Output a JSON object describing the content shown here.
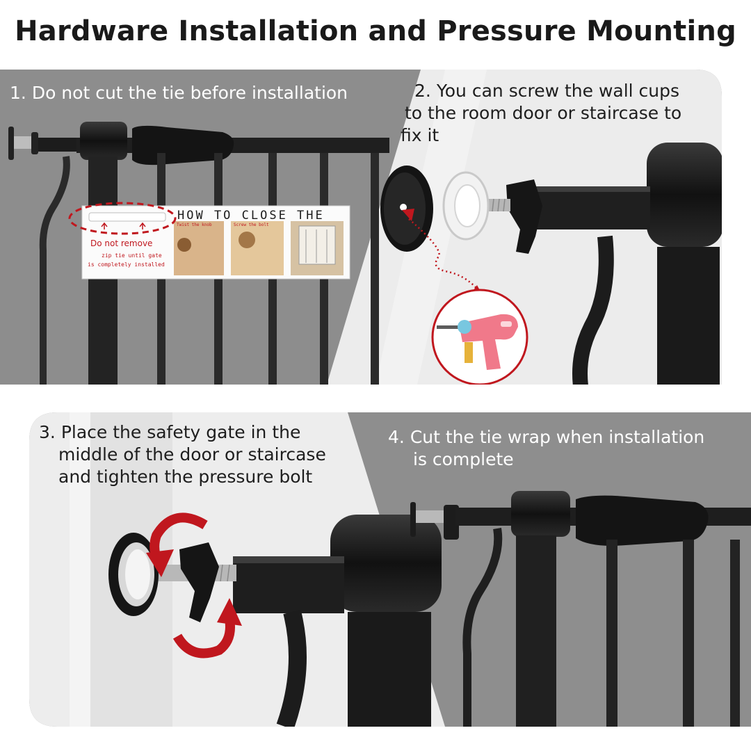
{
  "title": "Hardware Installation and Pressure Mounting",
  "steps": [
    {
      "number": "1.",
      "lines": [
        "Do not cut the tie before installation"
      ]
    },
    {
      "number": "2.",
      "lines": [
        "You can screw the wall cups",
        "to the room door or staircase to",
        "fix it"
      ]
    },
    {
      "number": "3.",
      "lines": [
        "Place the safety gate in the",
        "middle of the door or staircase",
        "and tighten the pressure bolt"
      ]
    },
    {
      "number": "4.",
      "lines": [
        "Cut the tie wrap when installation",
        "is complete"
      ]
    }
  ],
  "tag": {
    "heading": "HOW TO CLOSE THE",
    "warning": "Do not remove",
    "note_line1": "zip tie until gate",
    "note_line2": "is completely installed",
    "photo_caption_1": "Twist the knob",
    "photo_caption_2": "Screw the bolt"
  },
  "colors": {
    "accent_red": "#c0171e",
    "gate_black": "#1b1b1b",
    "panel_gray": "#8e8e8e",
    "panel_light": "#eeeeee"
  },
  "icons": [
    "drill-icon",
    "rotate-arrows-icon",
    "wall-cup-icon",
    "pressure-bolt-icon"
  ]
}
